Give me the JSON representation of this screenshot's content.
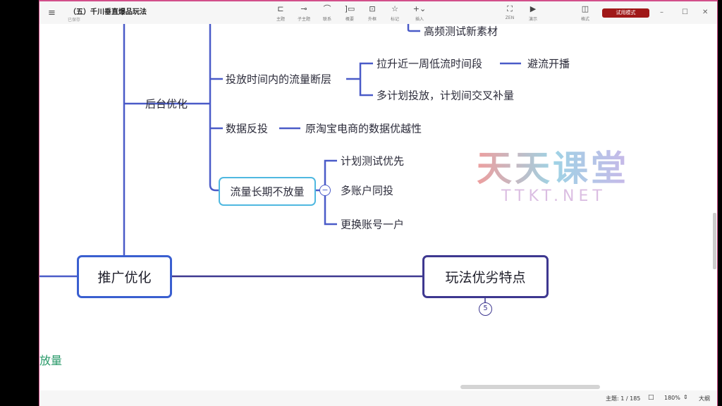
{
  "title": "（五）千川垂直爆品玩法",
  "subtitle": "已保存",
  "toolbar": [
    {
      "icon": "topic-icon",
      "glyph": "⊏",
      "label": "主题"
    },
    {
      "icon": "subtopic-icon",
      "glyph": "⊸",
      "label": "子主题"
    },
    {
      "icon": "relation-icon",
      "glyph": "⌒",
      "label": "联系"
    },
    {
      "icon": "summary-icon",
      "glyph": "]▭",
      "label": "概要"
    },
    {
      "icon": "boundary-icon",
      "glyph": "⊡",
      "label": "外框"
    },
    {
      "icon": "marker-icon",
      "glyph": "☆",
      "label": "标记"
    },
    {
      "icon": "insert-icon",
      "glyph": "+⌄",
      "label": "插入"
    }
  ],
  "toolbar_right": [
    {
      "icon": "zen-icon",
      "glyph": "⛶",
      "label": "ZEN"
    },
    {
      "icon": "present-icon",
      "glyph": "▶",
      "label": "演示"
    },
    {
      "icon": "format-icon",
      "glyph": "◫",
      "label": "格式"
    }
  ],
  "trial_badge": "试用模式",
  "window_controls": {
    "minimize": "–",
    "maximize": "☐",
    "close": "✕"
  },
  "mindmap": {
    "top_partial": "高频测试新素材",
    "backend": "后台优化",
    "n1": "投放时间内的流量断层",
    "n1a": "拉升近一周低流时间段",
    "n1a1": "避流开播",
    "n1b": "多计划投放，计划间交叉补量",
    "n2": "数据反投",
    "n2a": "原淘宝电商的数据优越性",
    "n3": "流量长期不放量",
    "n3a": "计划测试优先",
    "n3b": "多账户同投",
    "n3c": "更换账号一户",
    "collapse": "−",
    "promo": "推广优化",
    "features": "玩法优劣特点",
    "features_count": "5",
    "left_partial": "放量"
  },
  "watermark": {
    "cn": "天天课堂",
    "en": "TTKT.NET"
  },
  "status": {
    "topics": "主题: 1 / 185",
    "zoom": "180%",
    "outline": "大纲",
    "book_icon": "□"
  },
  "colors": {
    "line": "#4a5bc8",
    "promo_border": "#3a5fd0",
    "features_border": "#3e3890",
    "selected": "#4fb8e0",
    "trial": "#a01818",
    "green": "#2a9a6a"
  }
}
